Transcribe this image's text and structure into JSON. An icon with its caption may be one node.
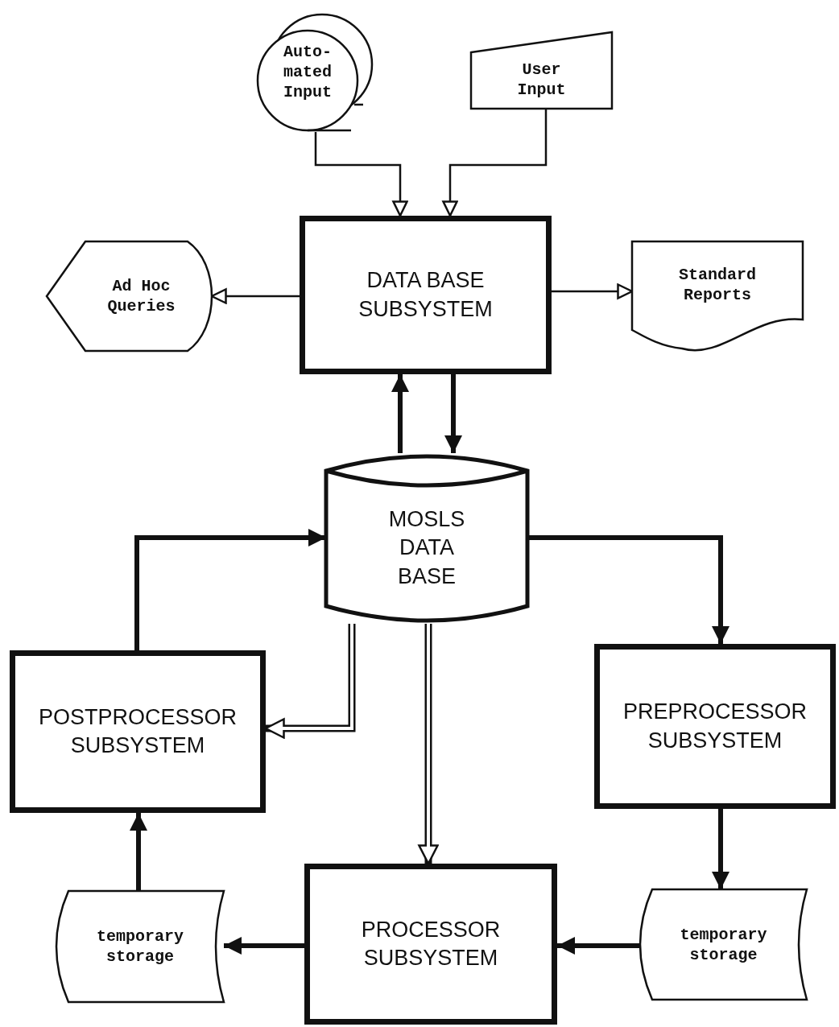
{
  "diagram": {
    "nodes": [
      {
        "text": [
          "Auto- mated Input"
        ]
      },
      {
        "text": [
          "User Input"
        ]
      },
      {
        "text": [
          "DATA BASE SUBSYSTEM"
        ]
      },
      {
        "text": [
          "Ad Hoc Queries"
        ]
      },
      {
        "text": [
          "Standard Reports"
        ]
      },
      {
        "text": [
          "MOSLS DATA BASE"
        ]
      },
      {
        "text": [
          "POSTPROCESSOR SUBSYSTEM"
        ]
      },
      {
        "text": [
          "PREPROCESSOR SUBSYSTEM"
        ]
      },
      {
        "text": [
          "PROCESSOR SUBSYSTEM"
        ]
      },
      {
        "text": [
          "temporary storage"
        ]
      },
      {
        "text": [
          "temporary storage"
        ]
      }
    ],
    "edges": [
      {
        "from": 0,
        "to": 2,
        "arrow": "to"
      },
      {
        "from": 1,
        "to": 2,
        "arrow": "to"
      },
      {
        "from": 2,
        "to": 3,
        "arrow": "to"
      },
      {
        "from": 2,
        "to": 4,
        "arrow": "to"
      },
      {
        "from": 5,
        "to": 2,
        "arrow": "to"
      },
      {
        "from": 2,
        "to": 5,
        "arrow": "to"
      },
      {
        "from": 6,
        "to": 5,
        "arrow": "to"
      },
      {
        "from": 5,
        "to": 7,
        "arrow": "to"
      },
      {
        "from": 5,
        "to": 6,
        "arrow": "to"
      },
      {
        "from": 5,
        "to": 8,
        "arrow": "to"
      },
      {
        "from": 7,
        "to": 10,
        "arrow": "to"
      },
      {
        "from": 10,
        "to": 8,
        "arrow": "to"
      },
      {
        "from": 8,
        "to": 9,
        "arrow": "to"
      },
      {
        "from": 9,
        "to": 6,
        "arrow": "to"
      }
    ]
  }
}
